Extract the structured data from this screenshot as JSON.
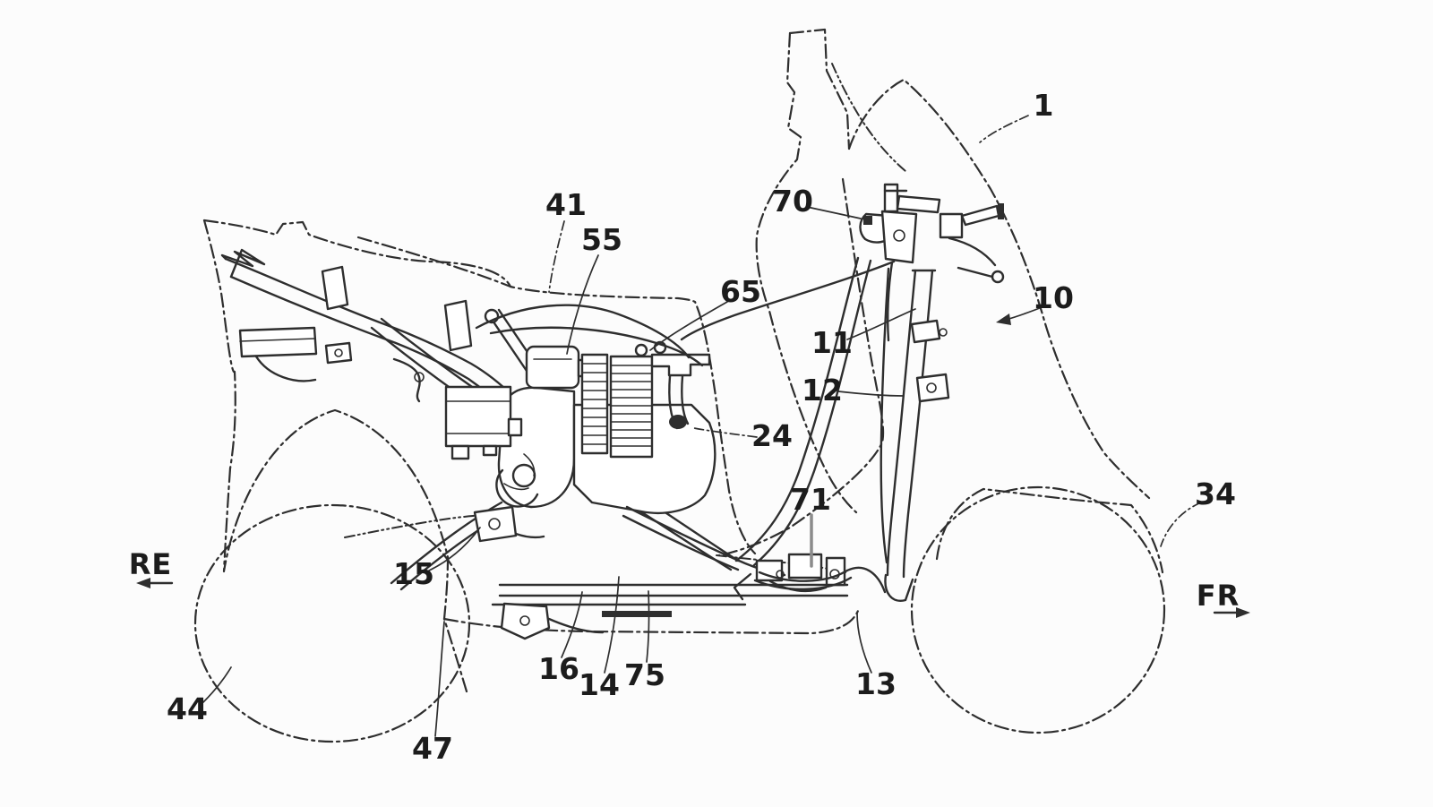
{
  "figure": {
    "colors": {
      "background": "#fcfcfc",
      "ink": "#2e2e2e",
      "label": "#1c1c1c",
      "leader_soft": "#8c8c8c"
    },
    "reference_labels": {
      "n1": "1",
      "n10": "10",
      "n11": "11",
      "n12": "12",
      "n13": "13",
      "n14": "14",
      "n15": "15",
      "n16": "16",
      "n24": "24",
      "n34": "34",
      "n41": "41",
      "n44": "44",
      "n47": "47",
      "n55": "55",
      "n65": "65",
      "n70": "70",
      "n71": "71",
      "n75": "75"
    },
    "direction_indicators": {
      "rear": "RE",
      "front": "FR"
    }
  }
}
